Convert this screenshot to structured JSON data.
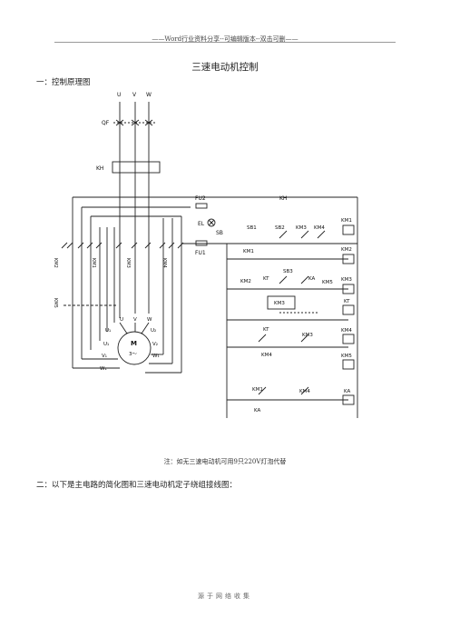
{
  "header": {
    "text": "——Word行业资料分享--可编辑版本--双击可删——"
  },
  "document": {
    "title": "三速电动机控制",
    "section1": "一：控制原理图",
    "note": "注：如无三速电动机可用9只220V灯泡代替",
    "section2": "二：以下是主电路的简化图和三速电动机定子绕组接线图：",
    "footer": "源于网络收集"
  },
  "diagram": {
    "labels": {
      "u": "U",
      "v": "V",
      "w": "W",
      "qf": "QF",
      "kh_main": "KH",
      "kh_ctrl": "KH",
      "fu2": "FU2",
      "fu1": "FU1",
      "el": "EL",
      "sb1": "SB1",
      "sb2": "SB2",
      "sb3": "SB3",
      "sb_stop": "SB",
      "km1": "KM1",
      "km2": "KM2",
      "km3": "KM3",
      "km4": "KM4",
      "km5": "KM5",
      "kt": "KT",
      "ka": "KA",
      "m": "M",
      "m3": "3～",
      "mu": "U",
      "mv": "V",
      "mw": "W",
      "u1": "U₁",
      "u2": "U₂",
      "v1": "V₁",
      "v2": "V₂",
      "w1": "W₁"
    }
  }
}
